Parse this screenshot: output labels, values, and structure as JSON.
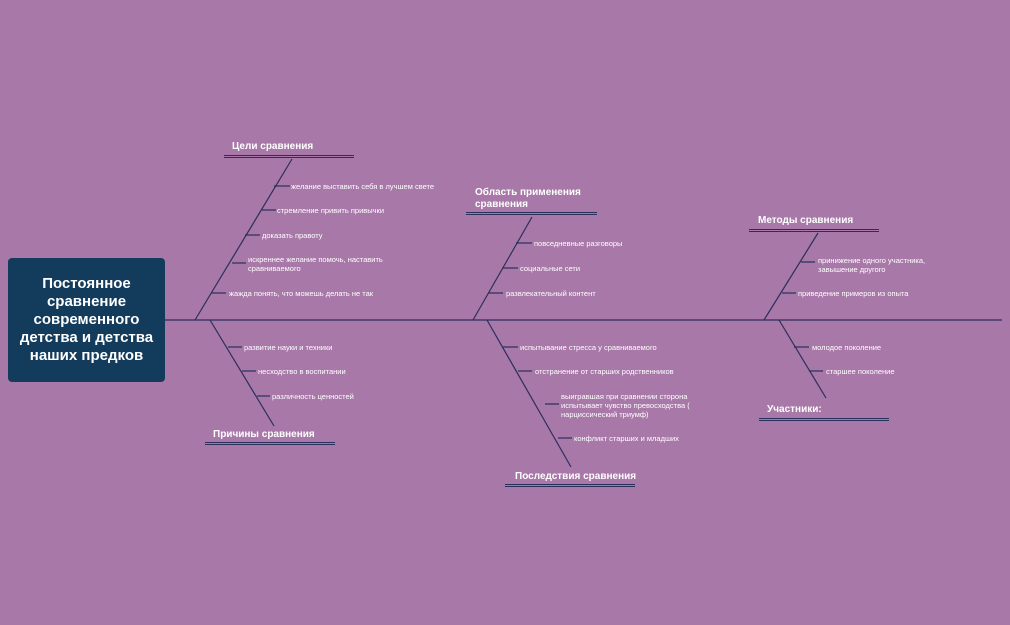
{
  "head": {
    "title": "Постоянное\nсравнение\nсовременного\nдетства и детства\nнаших предков"
  },
  "categories": {
    "goals": {
      "label": "Цели сравнения",
      "items": [
        "желание выставить себя в лучшем свете",
        "стремление привить привычки",
        "доказать правоту",
        "искреннее желание помочь, наставить\nсравниваемого",
        "жажда понять, что можешь делать не так"
      ]
    },
    "area": {
      "label": "Область применения\nсравнения",
      "items": [
        "повседневные разговоры",
        "социальные сети",
        "развлекательный контент"
      ]
    },
    "methods": {
      "label": "Методы сравнения",
      "items": [
        "принижение одного участника,\nзавышение другого",
        "приведение примеров из опыта"
      ]
    },
    "causes": {
      "label": "Причины сравнения",
      "items": [
        "развитие науки и техники",
        "несходство в воспитании",
        "различность ценностей"
      ]
    },
    "consequences": {
      "label": "Последствия сравнения",
      "items": [
        "испытывание стресса у сравниваемого",
        "отстранение от старших родственников",
        "выигравшая при сравнении сторона\nиспытывает чувство превосходства (\nнарциссический триумф)",
        "конфликт старших и младших"
      ]
    },
    "participants": {
      "label": "Участники:",
      "items": [
        "молодое поколение",
        "старшее поколение"
      ]
    }
  }
}
